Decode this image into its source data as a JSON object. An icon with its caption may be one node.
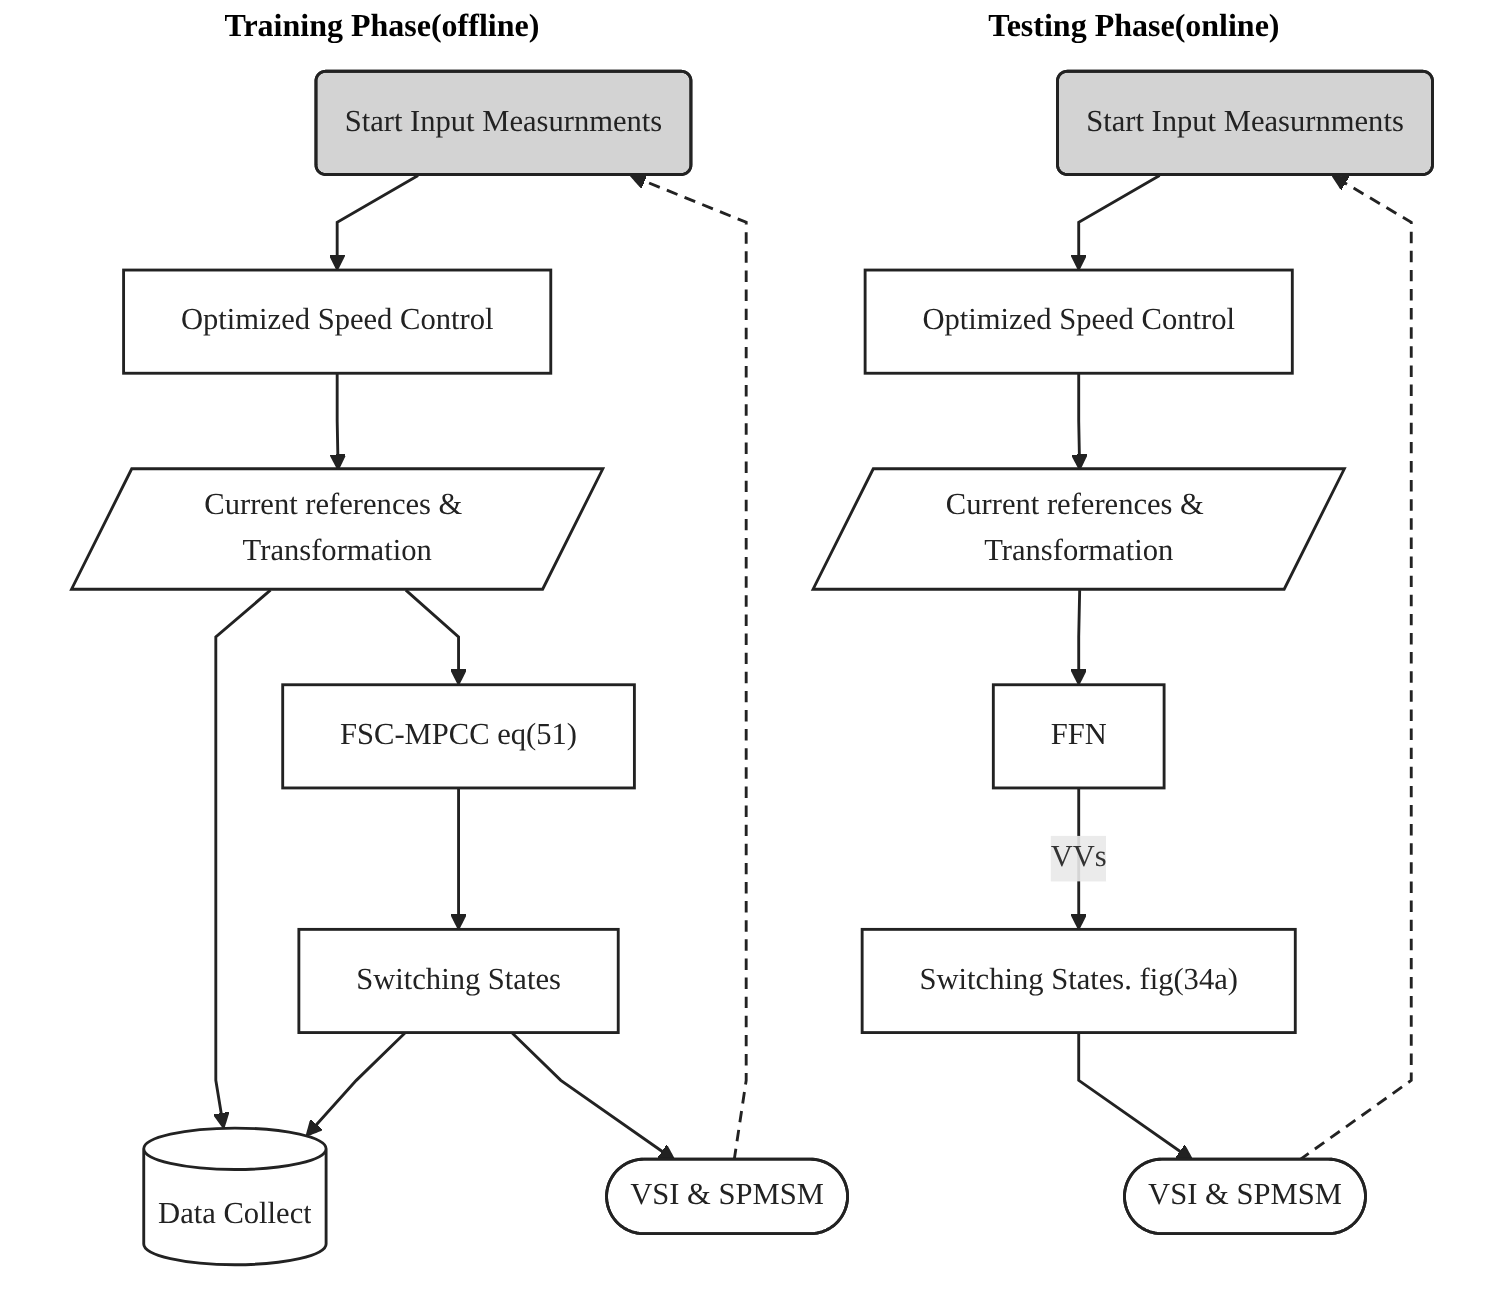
{
  "diagram": {
    "nodes": [
      {
        "text": [
          "Start Input Measurnments"
        ]
      },
      {
        "text": [
          "Optimized Speed Control"
        ]
      },
      {
        "text": [
          "Current references & Transformation"
        ]
      },
      {
        "text": [
          "FSC-MPCC eq(51)"
        ]
      },
      {
        "text": [
          "Switching States"
        ]
      },
      {
        "text": [
          "VSI & SPMSM"
        ]
      },
      {
        "text": [
          "Data Collect"
        ]
      },
      {
        "text": [
          "Start Input Measurnments"
        ]
      },
      {
        "text": [
          "Optimized Speed Control"
        ]
      },
      {
        "text": [
          "Current references & Transformation"
        ]
      },
      {
        "text": [
          "FFN"
        ]
      },
      {
        "text": [
          "Switching States. fig(34a)"
        ]
      },
      {
        "text": [
          "VSI & SPMSM"
        ]
      }
    ],
    "edges": [
      {
        "from": 0,
        "to": 1,
        "arrow": "to"
      },
      {
        "from": 1,
        "to": 2,
        "arrow": "to"
      },
      {
        "from": 2,
        "to": 3,
        "arrow": "to"
      },
      {
        "from": 2,
        "to": 6,
        "arrow": "to"
      },
      {
        "from": 3,
        "to": 4,
        "arrow": "to"
      },
      {
        "from": 4,
        "to": 6,
        "arrow": "to"
      },
      {
        "from": 4,
        "to": 5,
        "arrow": "to"
      },
      {
        "from": 5,
        "to": 0,
        "arrow": "to",
        "style": "dashed"
      },
      {
        "from": 7,
        "to": 8,
        "arrow": "to"
      },
      {
        "from": 8,
        "to": 9,
        "arrow": "to"
      },
      {
        "from": 9,
        "to": 10,
        "arrow": "to"
      },
      {
        "from": 10,
        "to": 11,
        "arrow": "to",
        "label": "VVs"
      },
      {
        "from": 11,
        "to": 12,
        "arrow": "to"
      },
      {
        "from": 12,
        "to": 7,
        "arrow": "to",
        "style": "dashed"
      }
    ],
    "labels": [
      "Training Phase(offline)",
      "Testing Phase(online)"
    ]
  }
}
